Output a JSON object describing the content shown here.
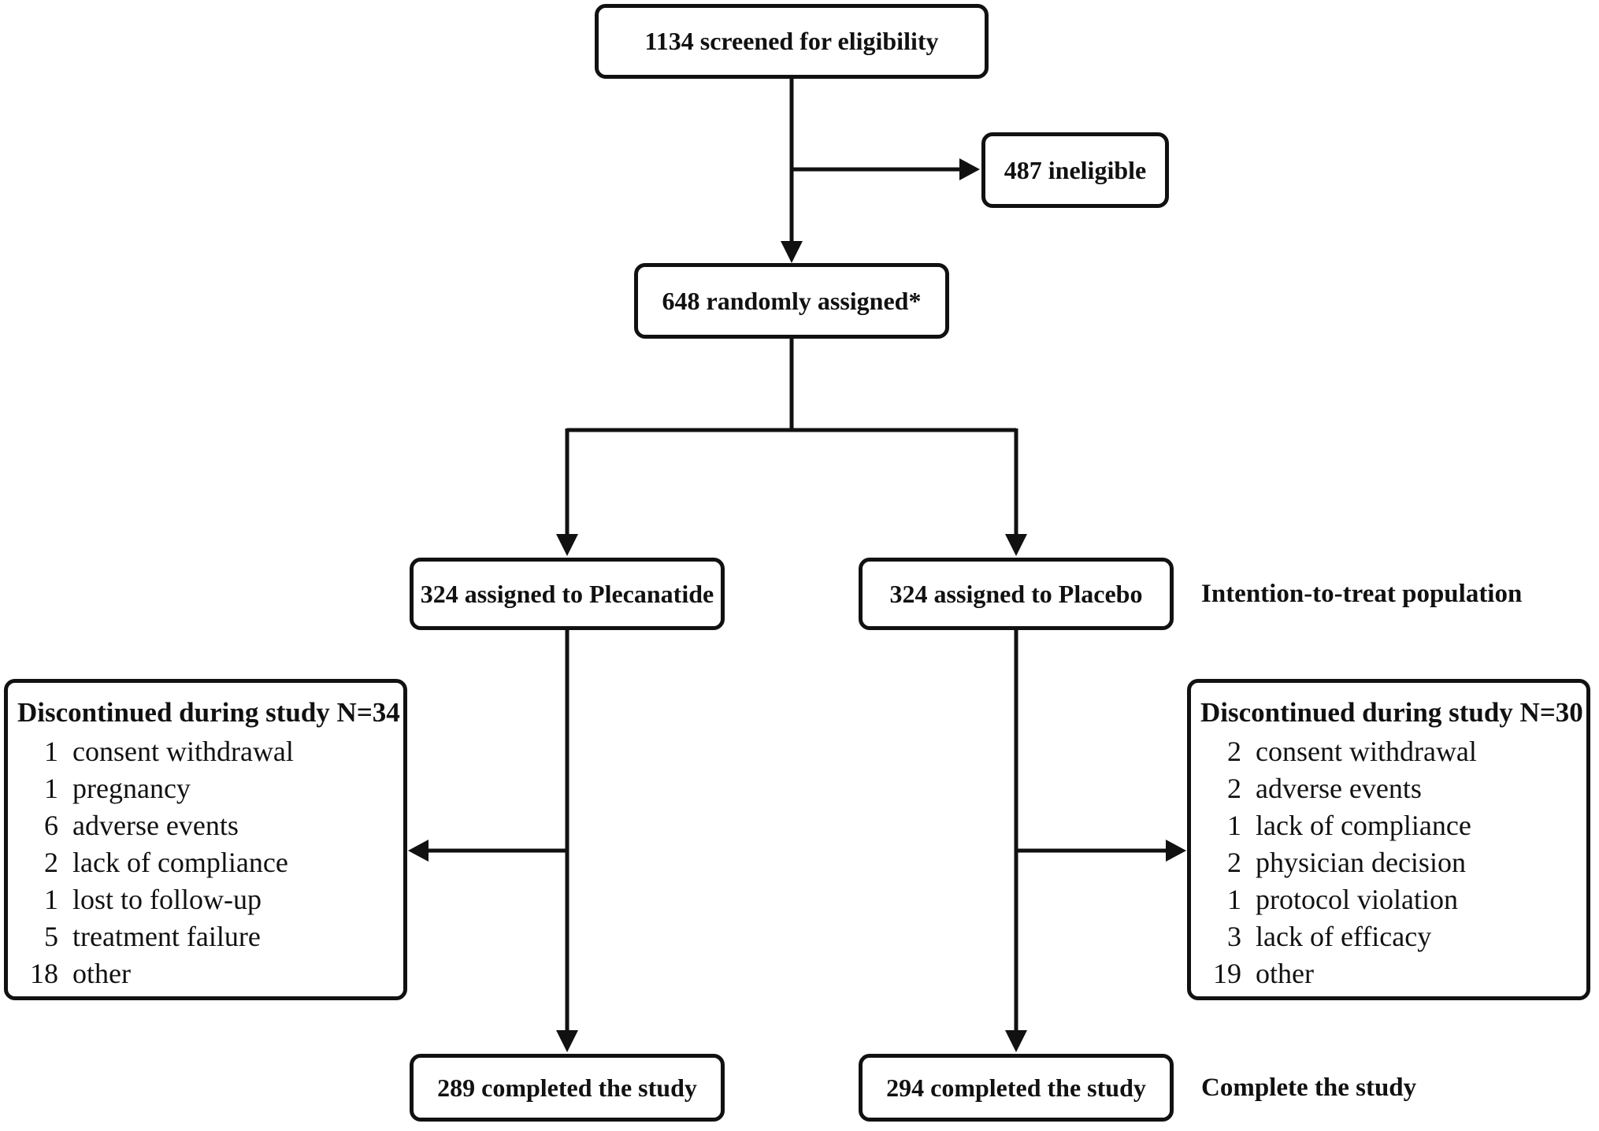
{
  "diagram": {
    "screened": {
      "label": "1134 screened for eligibility"
    },
    "ineligible": {
      "label": "487 ineligible"
    },
    "randomized": {
      "label": "648 randomly assigned*"
    },
    "assigned_plecanatide": {
      "label": "324 assigned to Plecanatide"
    },
    "assigned_placebo": {
      "label": "324 assigned to Placebo"
    },
    "itt_label": "Intention-to-treat population",
    "discontinued_plecanatide": {
      "title": "Discontinued during study N=34",
      "items": [
        {
          "count": "1",
          "reason": "consent withdrawal"
        },
        {
          "count": "1",
          "reason": "pregnancy"
        },
        {
          "count": "6",
          "reason": "adverse events"
        },
        {
          "count": "2",
          "reason": "lack of compliance"
        },
        {
          "count": "1",
          "reason": "lost to follow-up"
        },
        {
          "count": "5",
          "reason": "treatment failure"
        },
        {
          "count": "18",
          "reason": "other"
        }
      ]
    },
    "discontinued_placebo": {
      "title": "Discontinued during study N=30",
      "items": [
        {
          "count": "2",
          "reason": "consent withdrawal"
        },
        {
          "count": "2",
          "reason": "adverse events"
        },
        {
          "count": "1",
          "reason": "lack of compliance"
        },
        {
          "count": "2",
          "reason": "physician decision"
        },
        {
          "count": "1",
          "reason": "protocol violation"
        },
        {
          "count": "3",
          "reason": "lack of efficacy"
        },
        {
          "count": "19",
          "reason": "other"
        }
      ]
    },
    "completed_plecanatide": {
      "label": "289 completed the study"
    },
    "completed_placebo": {
      "label": "294 completed the study"
    },
    "complete_label": "Complete the study",
    "colors": {
      "line": "#111111",
      "box_border": "#111111",
      "box_fill": "#ffffff",
      "text": "#111111",
      "background": "#ffffff"
    }
  }
}
